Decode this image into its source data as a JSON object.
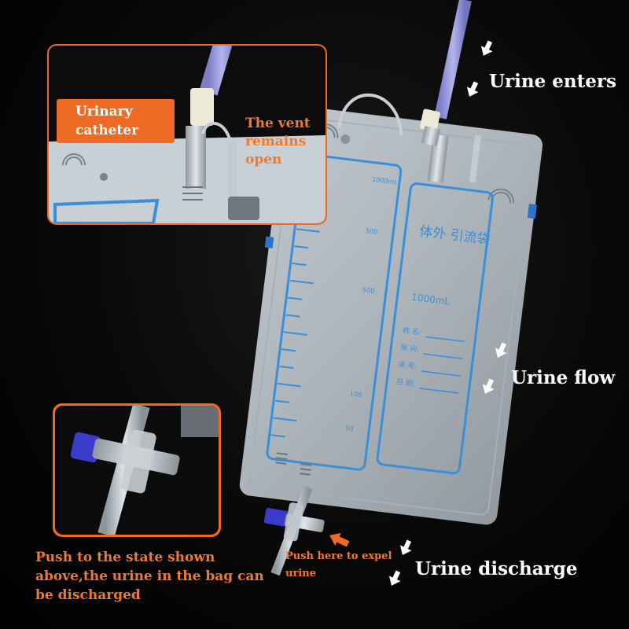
{
  "labels": {
    "urine_enters": "Urine enters",
    "urine_flow": "Urine flow",
    "urine_discharge": "Urine discharge",
    "urinary_catheter": "Urinary catheter",
    "vent_open": "The vent remains open",
    "push_here": "Push here to expel urine",
    "push_state": "Push to the state shown above,the urine in the bag can be discharged"
  },
  "bag": {
    "title": "体外 引流袋",
    "capacity": "1000mL",
    "scale": [
      "1000mL",
      "500",
      "500",
      "100",
      "50"
    ],
    "fields": [
      "姓 名:",
      "房 间:",
      "床 号:",
      "日 期:"
    ]
  },
  "colors": {
    "frame_orange": "#ef6a24",
    "label_orange": "#ef7a2e",
    "print_blue": "#3a8fd8",
    "tube_purple": "#8f8fd6",
    "valve_blue": "#3b3bc9"
  },
  "icons": [
    "arrow-down-icon"
  ]
}
